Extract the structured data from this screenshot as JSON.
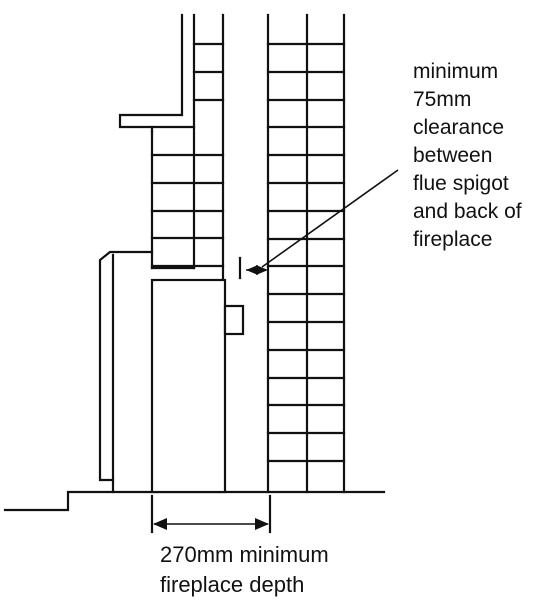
{
  "diagram": {
    "clearance_label": {
      "lines": [
        "minimum",
        "75mm",
        "clearance",
        "between",
        "flue spigot",
        "and back of",
        "fireplace"
      ]
    },
    "depth_label": {
      "lines": [
        "270mm minimum",
        "fireplace depth"
      ]
    }
  }
}
